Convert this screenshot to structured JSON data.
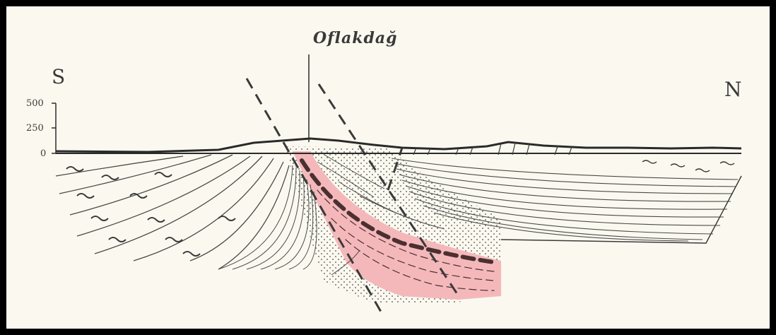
{
  "section": {
    "mountain_name": "Oflakdağ",
    "south_label": "S",
    "north_label": "N",
    "scale_ticks": [
      "500",
      "250",
      "0"
    ]
  },
  "colors": {
    "background": "#fbf9ef",
    "frame": "#000000",
    "line": "#3a3a3a",
    "red_beds": "#f4b8bb"
  }
}
